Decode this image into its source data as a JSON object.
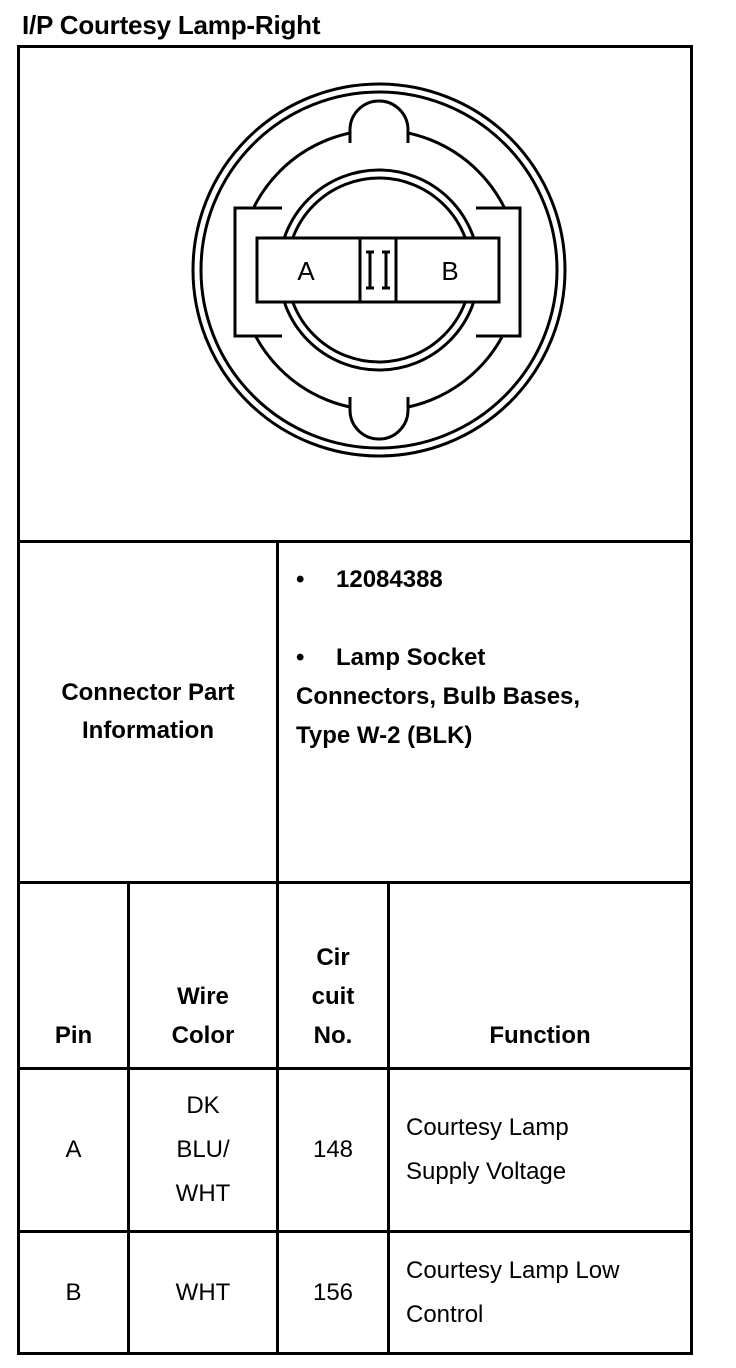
{
  "title": "I/P Courtesy Lamp-Right",
  "diagram": {
    "pin_a_label": "A",
    "pin_b_label": "B"
  },
  "connector_info": {
    "label_line1": "Connector Part",
    "label_line2": "Information",
    "bullet_glyph": "•",
    "part_number": "12084388",
    "desc_line1": "Lamp Socket",
    "desc_line2": "Connectors, Bulb Bases,",
    "desc_line3": "Type W-2 (BLK)"
  },
  "table": {
    "headers": {
      "pin": "Pin",
      "wire_color_1": "Wire",
      "wire_color_2": "Color",
      "circuit_1": "Cir",
      "circuit_2": "cuit",
      "circuit_3": "No.",
      "function": "Function"
    },
    "rows": [
      {
        "pin": "A",
        "wire_1": "DK",
        "wire_2": "BLU/",
        "wire_3": "WHT",
        "circuit": "148",
        "function_1": "Courtesy Lamp",
        "function_2": "Supply Voltage"
      },
      {
        "pin": "B",
        "wire_1": "WHT",
        "circuit": "156",
        "function_1": "Courtesy Lamp Low",
        "function_2": "Control"
      }
    ]
  }
}
